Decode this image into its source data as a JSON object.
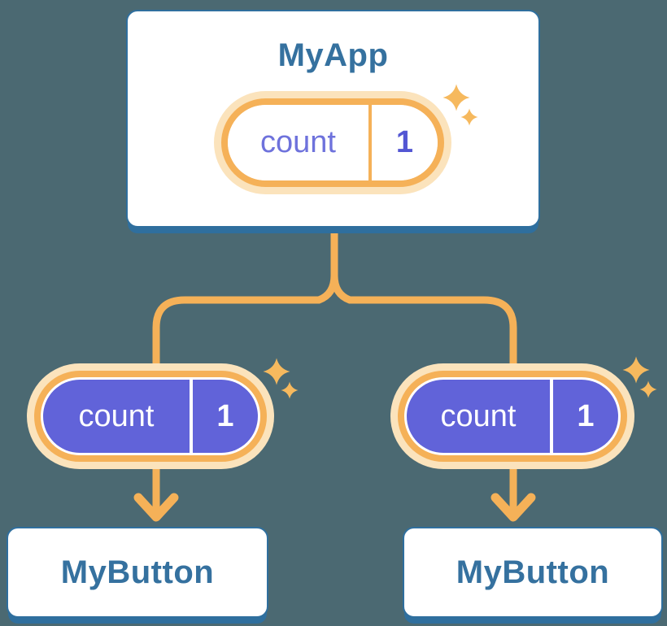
{
  "diagram": {
    "root": {
      "title": "MyApp",
      "state": {
        "label": "count",
        "value": "1"
      }
    },
    "children": [
      {
        "title": "MyButton",
        "state": {
          "label": "count",
          "value": "1"
        }
      },
      {
        "title": "MyButton",
        "state": {
          "label": "count",
          "value": "1"
        }
      }
    ]
  },
  "icons": {
    "sparkles": "✦",
    "arrow_down": "↓"
  },
  "colors": {
    "background": "#4B6972",
    "card_border_blue": "#2F6F9E",
    "card_background": "#FFFFFF",
    "heading_blue": "#35719F",
    "accent_orange": "#F5B158",
    "pale_orange_glow": "#FBE3BC",
    "sparkle_orange": "#F6B95E",
    "state_purple": "#6163D9",
    "state_label_purple_text": "#6E72DC",
    "state_value_purple_text": "#5356D3"
  }
}
